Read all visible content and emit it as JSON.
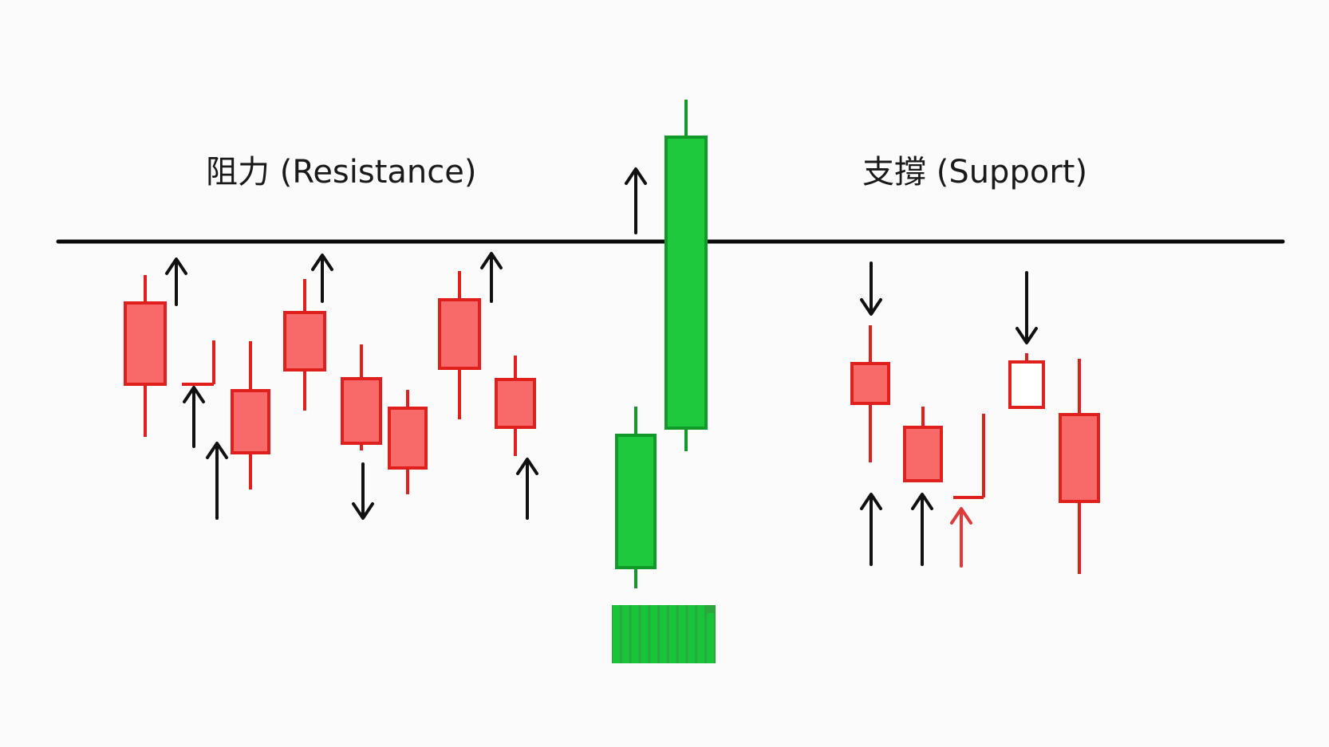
{
  "labels": {
    "resistance": "阻力 (Resistance)",
    "support": "支撐 (Support)"
  },
  "colors": {
    "bearish_fill": "#f86a6a",
    "bearish_stroke": "#e0201c",
    "bullish_fill": "#1ec93e",
    "bullish_stroke": "#119a2a",
    "line": "#0a0a0a",
    "arrow": "#111111",
    "arrow_accent": "#e03a3a"
  },
  "candles": [
    {
      "id": "r1",
      "type": "bearish",
      "open": 380,
      "close": 482,
      "high": 345,
      "low": 548
    },
    {
      "id": "r2",
      "type": "doji",
      "open": 482,
      "close": 482,
      "high": 427,
      "low": 482
    },
    {
      "id": "r3",
      "type": "bearish",
      "open": 490,
      "close": 568,
      "high": 428,
      "low": 614
    },
    {
      "id": "r4",
      "type": "bearish",
      "open": 392,
      "close": 464,
      "high": 350,
      "low": 515
    },
    {
      "id": "r5",
      "type": "bearish",
      "open": 475,
      "close": 556,
      "high": 432,
      "low": 565
    },
    {
      "id": "r6",
      "type": "bearish",
      "open": 512,
      "close": 587,
      "high": 489,
      "low": 620
    },
    {
      "id": "r7",
      "type": "bearish",
      "open": 376,
      "close": 462,
      "high": 340,
      "low": 526
    },
    {
      "id": "r8",
      "type": "bearish",
      "open": 476,
      "close": 536,
      "high": 446,
      "low": 572
    },
    {
      "id": "b1",
      "type": "bullish",
      "open": 712,
      "close": 546,
      "high": 510,
      "low": 738
    },
    {
      "id": "b2",
      "type": "bullish",
      "open": 537,
      "close": 172,
      "high": 125,
      "low": 566
    },
    {
      "id": "s1",
      "type": "bearish",
      "open": 456,
      "close": 506,
      "high": 408,
      "low": 580
    },
    {
      "id": "s2",
      "type": "bearish",
      "open": 536,
      "close": 603,
      "high": 510,
      "low": 605
    },
    {
      "id": "s3",
      "type": "doji",
      "open": 624,
      "close": 624,
      "high": 519,
      "low": 624
    },
    {
      "id": "s4",
      "type": "hollow",
      "open": 454,
      "close": 511,
      "high": 443,
      "low": 511
    },
    {
      "id": "s5",
      "type": "bearish",
      "open": 520,
      "close": 629,
      "high": 450,
      "low": 720
    }
  ],
  "arrows": [
    {
      "id": "a1",
      "direction": "up",
      "color": "arrow"
    },
    {
      "id": "a2",
      "direction": "up",
      "color": "arrow"
    },
    {
      "id": "a3",
      "direction": "up",
      "color": "arrow"
    },
    {
      "id": "a4",
      "direction": "up",
      "color": "arrow"
    },
    {
      "id": "a5",
      "direction": "up",
      "color": "arrow"
    },
    {
      "id": "a6",
      "direction": "down",
      "color": "arrow"
    },
    {
      "id": "a7",
      "direction": "up",
      "color": "arrow"
    },
    {
      "id": "a8",
      "direction": "up",
      "color": "arrow"
    },
    {
      "id": "a9",
      "direction": "up",
      "color": "arrow"
    },
    {
      "id": "a10",
      "direction": "down",
      "color": "arrow"
    },
    {
      "id": "a11",
      "direction": "down",
      "color": "arrow"
    },
    {
      "id": "a12",
      "direction": "up",
      "color": "arrow"
    },
    {
      "id": "a13",
      "direction": "up",
      "color": "arrow_accent"
    }
  ],
  "volume_bar_count": 11
}
